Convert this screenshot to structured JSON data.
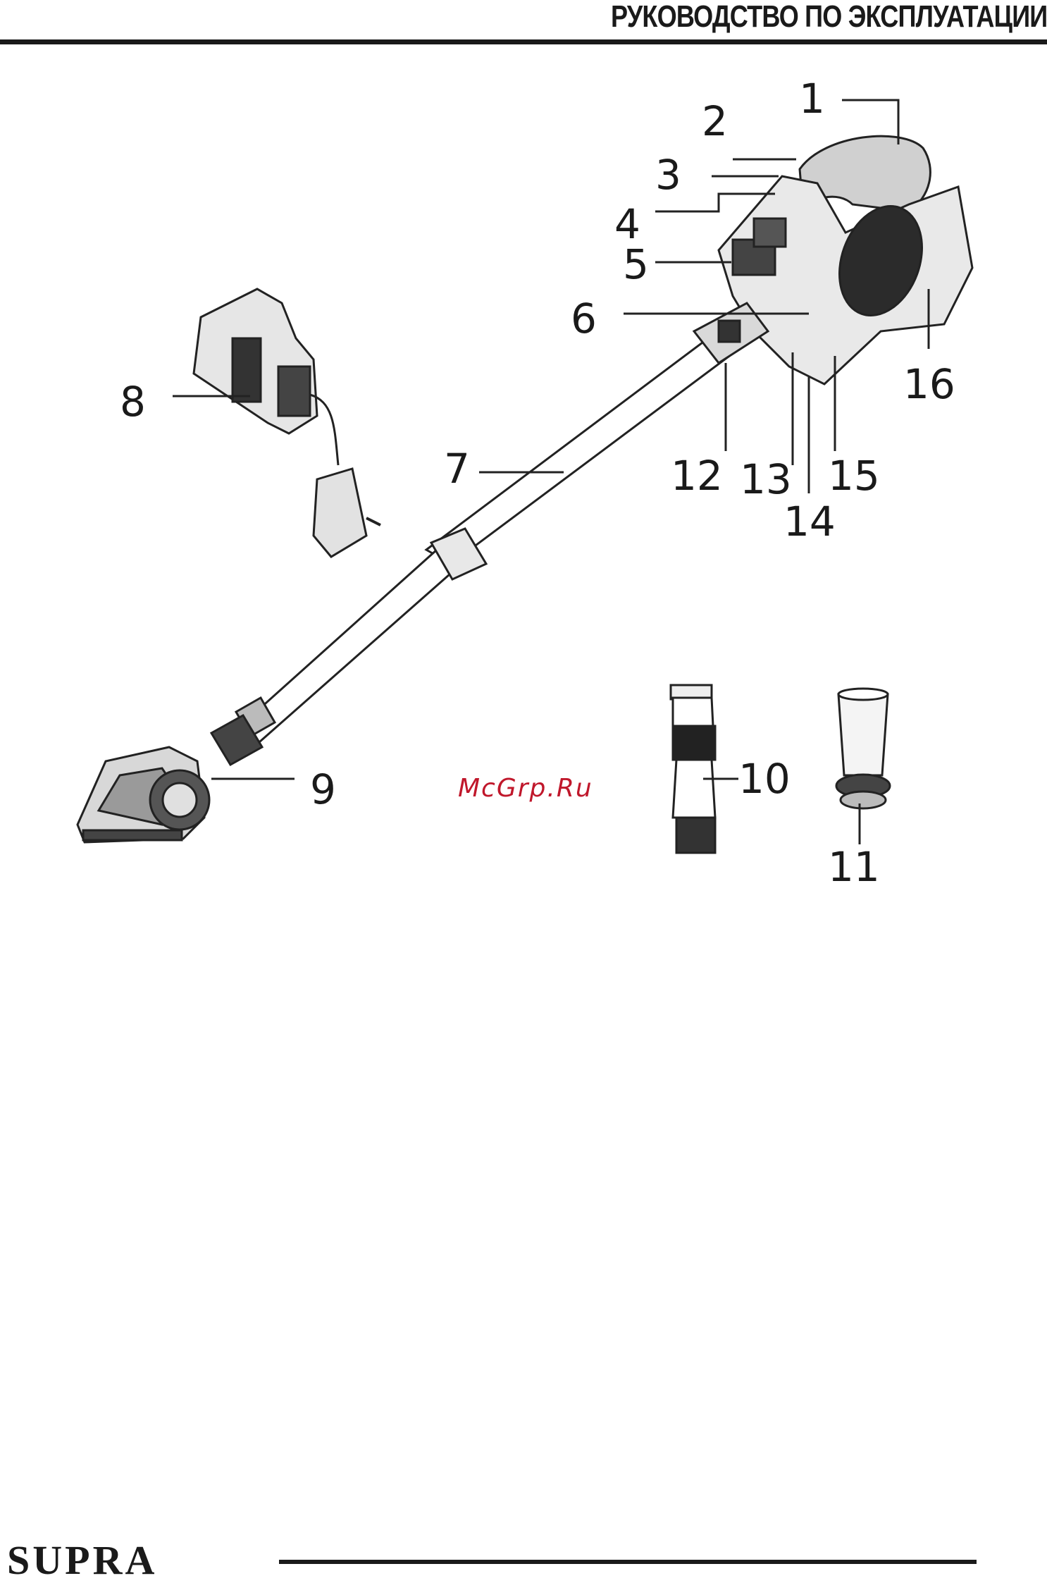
{
  "header": {
    "title": "РУКОВОДСТВО ПО ЭКСПЛУАТАЦИИ"
  },
  "diagram": {
    "callouts": [
      {
        "id": "1",
        "label": "1"
      },
      {
        "id": "2",
        "label": "2"
      },
      {
        "id": "3",
        "label": "3"
      },
      {
        "id": "4",
        "label": "4"
      },
      {
        "id": "5",
        "label": "5"
      },
      {
        "id": "6",
        "label": "6"
      },
      {
        "id": "7",
        "label": "7"
      },
      {
        "id": "8",
        "label": "8"
      },
      {
        "id": "9",
        "label": "9"
      },
      {
        "id": "10",
        "label": "10"
      },
      {
        "id": "11",
        "label": "11"
      },
      {
        "id": "12",
        "label": "12"
      },
      {
        "id": "13",
        "label": "13"
      },
      {
        "id": "14",
        "label": "14"
      },
      {
        "id": "15",
        "label": "15"
      },
      {
        "id": "16",
        "label": "16"
      }
    ]
  },
  "watermark": "McGrp.Ru",
  "footer": {
    "brand": "SUPRA"
  }
}
